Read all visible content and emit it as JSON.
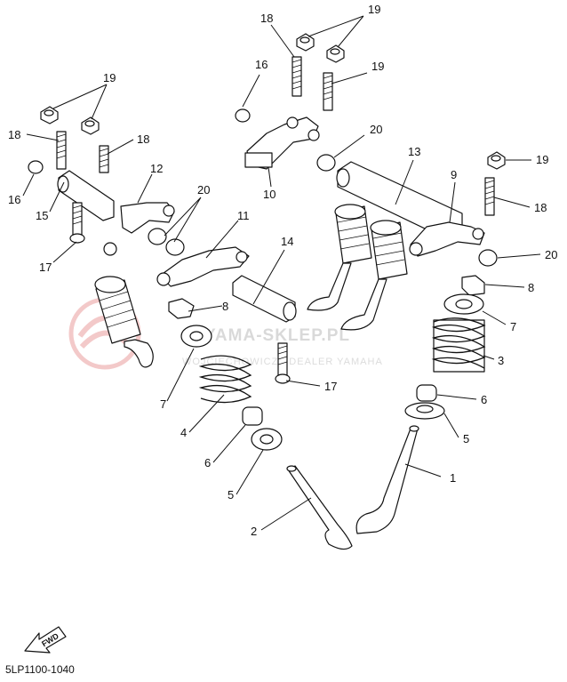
{
  "diagram": {
    "part_code": "5LP1100-1040",
    "fwd_label": "FWD",
    "watermark": {
      "title": "YAMA-SKLEP.PL",
      "subtitle": "WOJCIECHOWICZ | DEALER YAMAHA"
    },
    "callouts": [
      "19",
      "18",
      "16",
      "20",
      "10",
      "13",
      "9",
      "19",
      "18",
      "20",
      "8",
      "7",
      "3",
      "6",
      "5",
      "1",
      "2",
      "5",
      "6",
      "4",
      "7",
      "17",
      "8",
      "14",
      "11",
      "20",
      "12",
      "15",
      "17",
      "16",
      "18",
      "19",
      "18"
    ]
  }
}
